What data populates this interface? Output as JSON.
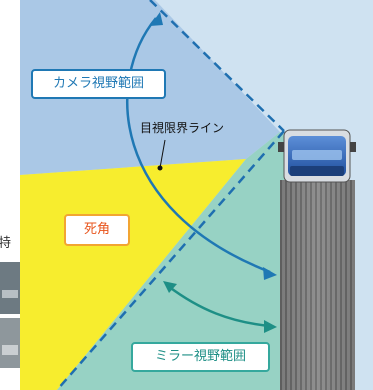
{
  "labels": {
    "camera_view": "カメラ視野範囲",
    "sight_line": "目視限界ライン",
    "blind_spot": "死角",
    "mirror_view": "ミラー視野範囲",
    "side_fragment": "特"
  },
  "colors": {
    "camera_area": "#aac8e6",
    "outer_background": "#cfe2f1",
    "blind_area": "#f7ed2e",
    "mirror_area": "#97d2c4",
    "arrow_blue": "#1f78b4",
    "arrow_teal": "#1e8f86",
    "sight_line": "#1f6fb0",
    "truck_cab": "#2f63b5",
    "truck_body": "#7b7b7b"
  },
  "icons": {
    "camera_arc": "curved-double-arrow",
    "mirror_arc": "curved-double-arrow",
    "truck": "truck-top-view"
  }
}
